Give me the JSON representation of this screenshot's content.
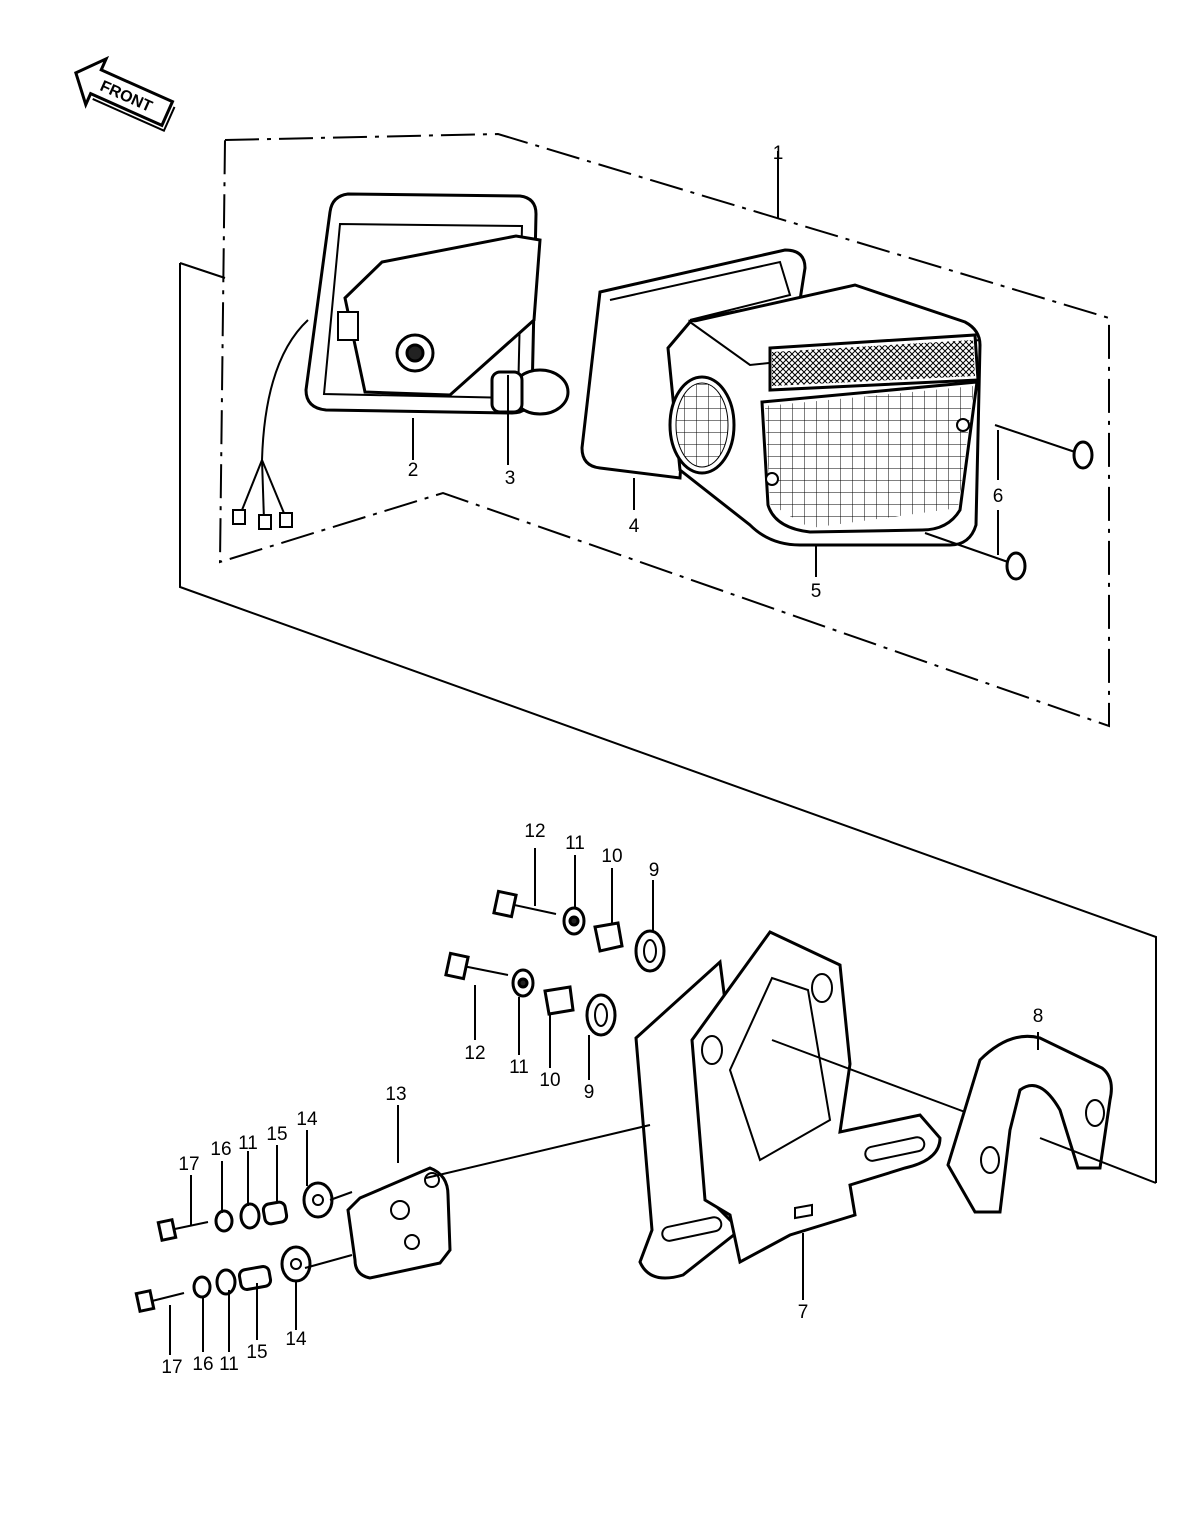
{
  "front_label": "FRONT",
  "callouts": [
    {
      "id": "c1",
      "text": "1"
    },
    {
      "id": "c2",
      "text": "2"
    },
    {
      "id": "c3",
      "text": "3"
    },
    {
      "id": "c4",
      "text": "4"
    },
    {
      "id": "c5",
      "text": "5"
    },
    {
      "id": "c6",
      "text": "6"
    },
    {
      "id": "c7",
      "text": "7"
    },
    {
      "id": "c8",
      "text": "8"
    },
    {
      "id": "c9a",
      "text": "9"
    },
    {
      "id": "c9b",
      "text": "9"
    },
    {
      "id": "c10a",
      "text": "10"
    },
    {
      "id": "c10b",
      "text": "10"
    },
    {
      "id": "c11a",
      "text": "11"
    },
    {
      "id": "c11b",
      "text": "11"
    },
    {
      "id": "c11c",
      "text": "11"
    },
    {
      "id": "c11d",
      "text": "11"
    },
    {
      "id": "c12a",
      "text": "12"
    },
    {
      "id": "c12b",
      "text": "12"
    },
    {
      "id": "c13",
      "text": "13"
    },
    {
      "id": "c14a",
      "text": "14"
    },
    {
      "id": "c14b",
      "text": "14"
    },
    {
      "id": "c15a",
      "text": "15"
    },
    {
      "id": "c15b",
      "text": "15"
    },
    {
      "id": "c16a",
      "text": "16"
    },
    {
      "id": "c16b",
      "text": "16"
    },
    {
      "id": "c17a",
      "text": "17"
    },
    {
      "id": "c17b",
      "text": "17"
    }
  ]
}
